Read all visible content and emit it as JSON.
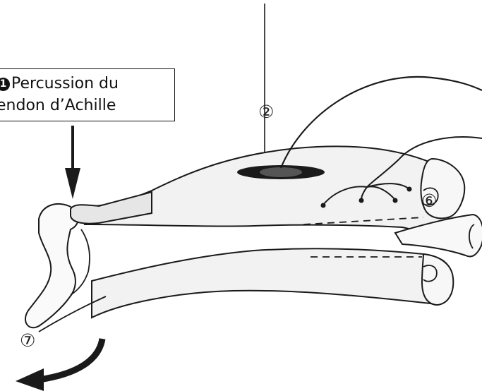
{
  "label_box": {
    "number": "1",
    "line1": "Percussion du",
    "line2": "endon d’Achille"
  },
  "markers": {
    "m2": "②",
    "m6": "⑥",
    "m7": "⑦"
  },
  "colors": {
    "stroke": "#1a1a1a",
    "muscle_fill": "#f2f2f2",
    "background": "#ffffff"
  }
}
